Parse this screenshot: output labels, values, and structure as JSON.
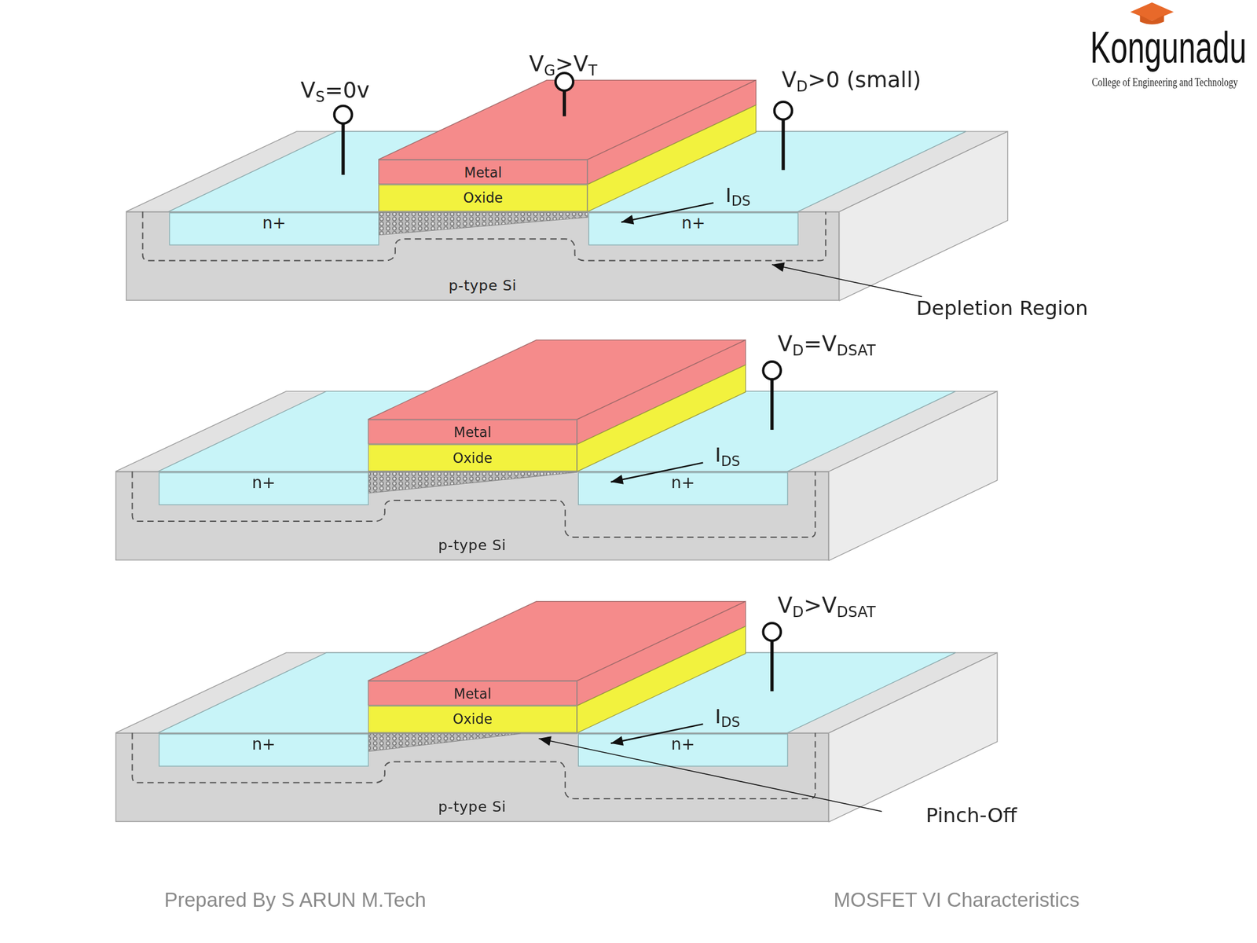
{
  "diagram": {
    "nodes": [
      {
        "text": [
          "Metal"
        ]
      },
      {
        "text": [
          "Oxide"
        ]
      },
      {
        "text": [
          "p-type Si"
        ]
      },
      {
        "text": [
          "n+"
        ],
        "in": 2
      },
      {
        "text": [
          "n+"
        ],
        "in": 2
      },
      {
        "text": [
          "Metal"
        ]
      },
      {
        "text": [
          "Oxide"
        ]
      },
      {
        "text": [
          "p-type Si"
        ]
      },
      {
        "text": [
          "n+"
        ],
        "in": 7
      },
      {
        "text": [
          "n+"
        ],
        "in": 7
      },
      {
        "text": [
          "Metal"
        ]
      },
      {
        "text": [
          "Oxide"
        ]
      },
      {
        "text": [
          "p-type Si"
        ]
      },
      {
        "text": [
          "n+"
        ],
        "in": 12
      },
      {
        "text": [
          "n+"
        ],
        "in": 12
      }
    ],
    "labels": [
      "Kongunadu",
      "College of Engineering and Technology",
      "VG>VT",
      "VS=0v",
      "VD>0 (small)",
      "IDS",
      "Depletion Region",
      "VD=VDSAT",
      "IDS",
      "VD>VDSAT",
      "IDS",
      "Pinch-Off",
      "Prepared By S ARUN M.Tech",
      "MOSFET VI Characteristics"
    ]
  }
}
